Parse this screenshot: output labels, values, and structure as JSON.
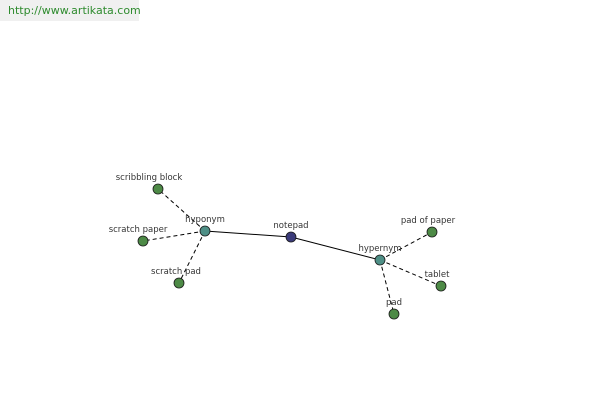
{
  "banner": {
    "url": "http://www.artikata.com"
  },
  "colors": {
    "root_node": "#3b3b7a",
    "category_node": "#4e8f86",
    "leaf_node": "#4d8a46",
    "edge": "#000000"
  },
  "graph": {
    "nodes": [
      {
        "id": "notepad",
        "label": "notepad",
        "kind": "root"
      },
      {
        "id": "hyponym",
        "label": "hyponym",
        "kind": "category"
      },
      {
        "id": "hypernym",
        "label": "hypernym",
        "kind": "category"
      },
      {
        "id": "scribbling-block",
        "label": "scribbling block",
        "kind": "leaf"
      },
      {
        "id": "scratch-paper",
        "label": "scratch paper",
        "kind": "leaf"
      },
      {
        "id": "scratch-pad",
        "label": "scratch pad",
        "kind": "leaf"
      },
      {
        "id": "pad-of-paper",
        "label": "pad of paper",
        "kind": "leaf"
      },
      {
        "id": "tablet",
        "label": "tablet",
        "kind": "leaf"
      },
      {
        "id": "pad",
        "label": "pad",
        "kind": "leaf"
      }
    ],
    "edges": [
      {
        "from": "notepad",
        "to": "hyponym",
        "style": "solid"
      },
      {
        "from": "notepad",
        "to": "hypernym",
        "style": "solid"
      },
      {
        "from": "hyponym",
        "to": "scribbling-block",
        "style": "dashed"
      },
      {
        "from": "hyponym",
        "to": "scratch-paper",
        "style": "dashed"
      },
      {
        "from": "hyponym",
        "to": "scratch-pad",
        "style": "dashed"
      },
      {
        "from": "hypernym",
        "to": "pad-of-paper",
        "style": "dashed"
      },
      {
        "from": "hypernym",
        "to": "tablet",
        "style": "dashed"
      },
      {
        "from": "hypernym",
        "to": "pad",
        "style": "dashed"
      }
    ]
  }
}
